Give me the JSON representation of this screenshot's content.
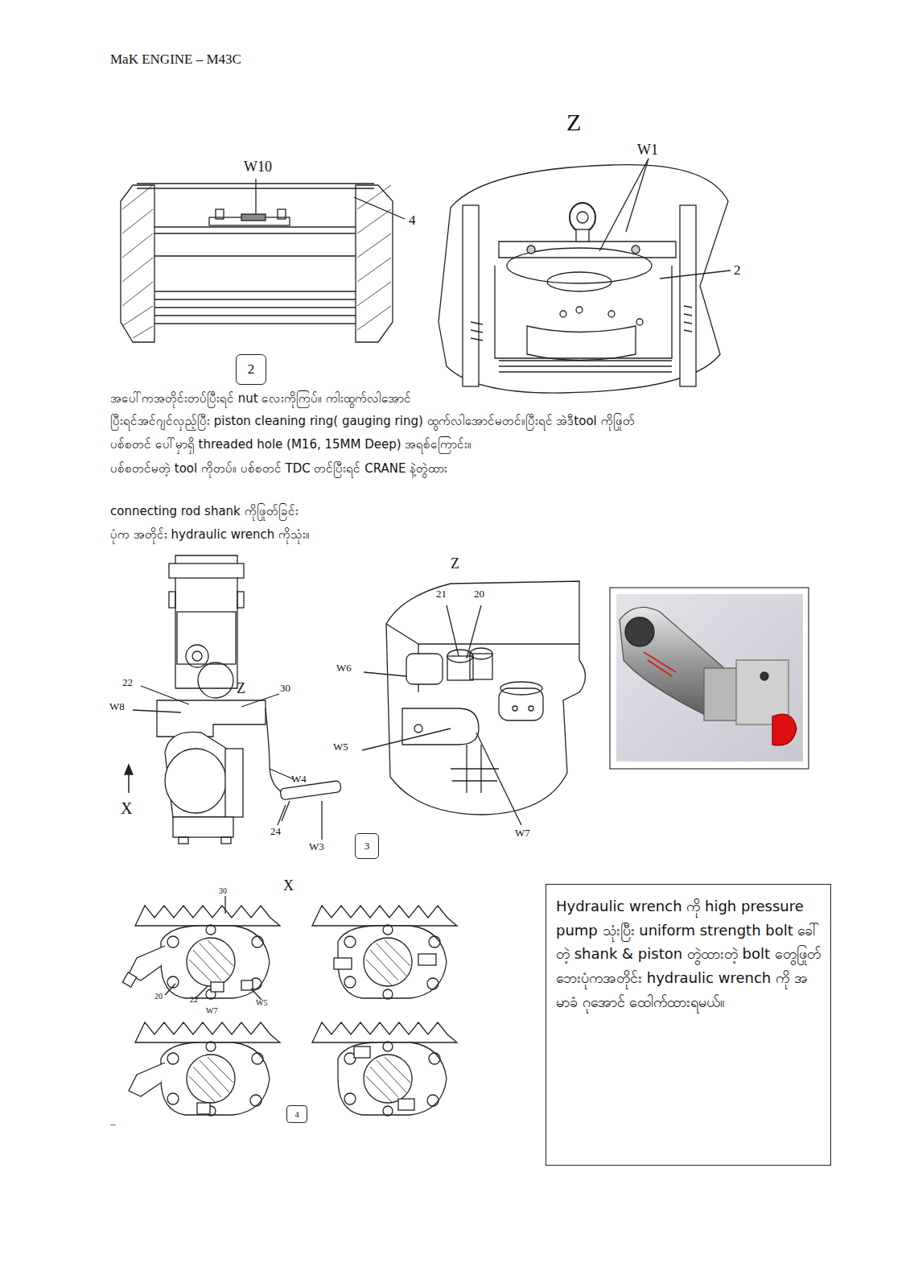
{
  "diagram": {
    "nodes": [
      {
        "text": [
          "2"
        ]
      },
      {
        "text": [
          "3"
        ]
      },
      {
        "text": [
          "4"
        ]
      },
      {
        "text": [
          "Hydraulic wrench ကို high pressure pump သုံးပြီး uniform strength bolt ခေါ်တဲ့ shank & piston တွဲထားတဲ့ bolt တွေဖြုတ် ဘေးပုံကအတိုင်း hydraulic wrench ကို အမာခံ ဂုအောင် ထေါက်ထားရမယ်။"
        ]
      }
    ],
    "labels": [
      "MaK ENGINE – M43C",
      "W10",
      "4",
      "Z",
      "W1",
      "2",
      "အပေါ်ကအတိုင်းတပ်ပြီးရင် nut လေးကိုကြပ်။ ကါးထွက်လါအောင်",
      "ပြီးရင်အင်ဂျင်လှည့်ပြီး piston cleaning ring( gauging ring) ထွက်လါအောင်မတင်။ပြီးရင် အဲဒီtool ကိုဖြုတ်",
      "ပစ်စတင် ပေါ်မှာရှိ threaded hole (M16, 15MM Deep) အရစ်ကြောင်း။",
      "ပစ်စတင်မတဲ့ tool ကိုတပ်။ ပစ်စတင် TDC တင်ပြီးရင် CRANE နဲ့တွဲထား",
      "connecting rod shank ကိုဖြုတ်ခြင်း",
      "ပုံက အတိုင်း hydraulic wrench ကိုသုံး။",
      "Z",
      "21",
      "20",
      "W6",
      "W5",
      "W7",
      "22",
      "W8",
      "Z",
      "30",
      "W4",
      "X",
      "24",
      "W3",
      "X",
      "30",
      "20",
      "22",
      "W7",
      "W5",
      "–"
    ]
  }
}
